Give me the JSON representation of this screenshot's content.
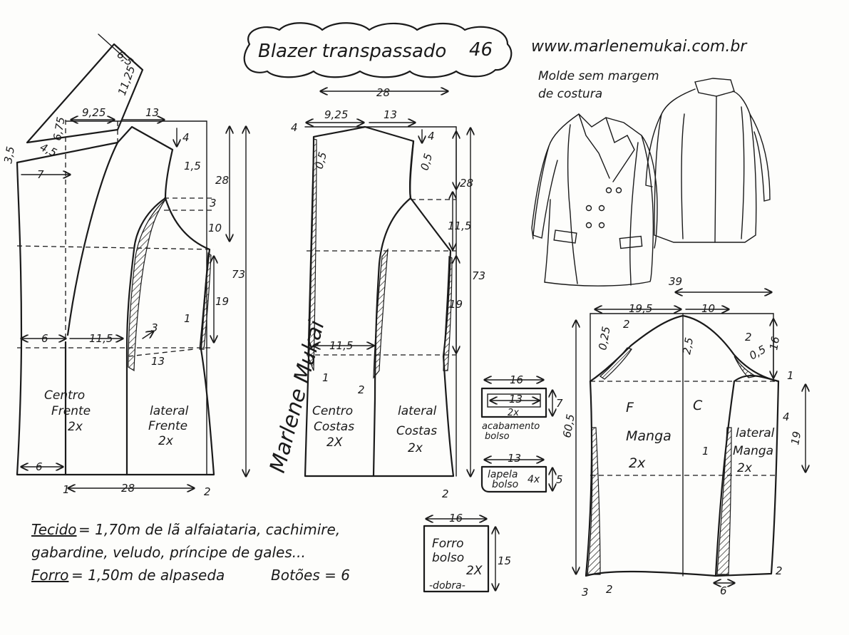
{
  "header": {
    "title": "Blazer transpassado",
    "size": "46",
    "website": "www.marlenemukai.com.br",
    "note_line1": "Molde sem margem",
    "note_line2": "de costura"
  },
  "signature": "Marlene Mukai",
  "front": {
    "label_line1": "Centro",
    "label_line2": "Frente",
    "label_qty": "2x",
    "side_line1": "lateral",
    "side_line2": "Frente",
    "side_qty": "2x",
    "dims": {
      "lapel_top": "6,5",
      "lapel_side": "11,25",
      "collar_a": "6,75",
      "collar_b": "4,5",
      "left_35": "3,5",
      "seven": "7",
      "shoulder_a": "9,25",
      "shoulder_b": "13",
      "four": "4",
      "one_five": "1,5",
      "twenty_eight_v": "28",
      "three": "3",
      "ten": "10",
      "nineteen": "19",
      "seventy_three": "73",
      "six_a": "6",
      "eleven_five": "11,5",
      "three_b": "3",
      "thirteen": "13",
      "one": "1",
      "six_b": "6",
      "bottom_28": "28",
      "one_b": "1",
      "two": "2"
    }
  },
  "back": {
    "top_28": "28",
    "center_line1": "Centro",
    "center_line2": "Costas",
    "center_qty": "2X",
    "side_line1": "lateral",
    "side_line2": "Costas",
    "side_qty": "2x",
    "dims": {
      "four": "4",
      "nine_25": "9,25",
      "thirteen": "13",
      "four_b": "4",
      "zero_five_a": "0,5",
      "zero_five_b": "0,5",
      "twenty_eight_v": "28",
      "eleven_five_v": "11,5",
      "seventy_three": "73",
      "nineteen": "19",
      "eleven_five_h": "11,5",
      "one": "1",
      "two": "2",
      "two_b": "2"
    }
  },
  "pocket": {
    "finish_width": "16",
    "finish_inner": "13",
    "finish_qty": "2x",
    "finish_height": "7",
    "finish_label1": "acabamento",
    "finish_label2": "bolso",
    "flap_width": "13",
    "flap_label1": "lapela",
    "flap_label2": "bolso",
    "flap_qty": "4x",
    "flap_height": "5",
    "lining_width": "16",
    "lining_label1": "Forro",
    "lining_label2": "bolso",
    "lining_qty": "2X",
    "lining_height": "15",
    "lining_fold": "-dobra-"
  },
  "sleeve": {
    "total_width": "39",
    "front_letter": "F",
    "back_letter": "C",
    "label": "Manga",
    "qty": "2x",
    "side_line1": "lateral",
    "side_line2": "Manga",
    "side_qty": "2x",
    "dims": {
      "nineteen_5": "19,5",
      "ten": "10",
      "two_a": "2",
      "zero_25": "0,25",
      "two_5": "2,5",
      "two_b": "2",
      "zero_5": "0,5",
      "sixteen": "16",
      "one": "1",
      "four": "4",
      "sixty_05": "60,5",
      "nineteen": "19",
      "one_b": "1",
      "three": "3",
      "two_c": "2",
      "six": "6",
      "two_d": "2"
    }
  },
  "materials": {
    "fabric_label": "Tecido",
    "fabric_line1": "= 1,70m  de  lã alfaiataria, cachimire,",
    "fabric_line2": "gabardine, veludo, príncipe de gales...",
    "lining_label": "Forro",
    "lining_text": "= 1,50m  de  alpaseda",
    "buttons": "Botões = 6"
  }
}
